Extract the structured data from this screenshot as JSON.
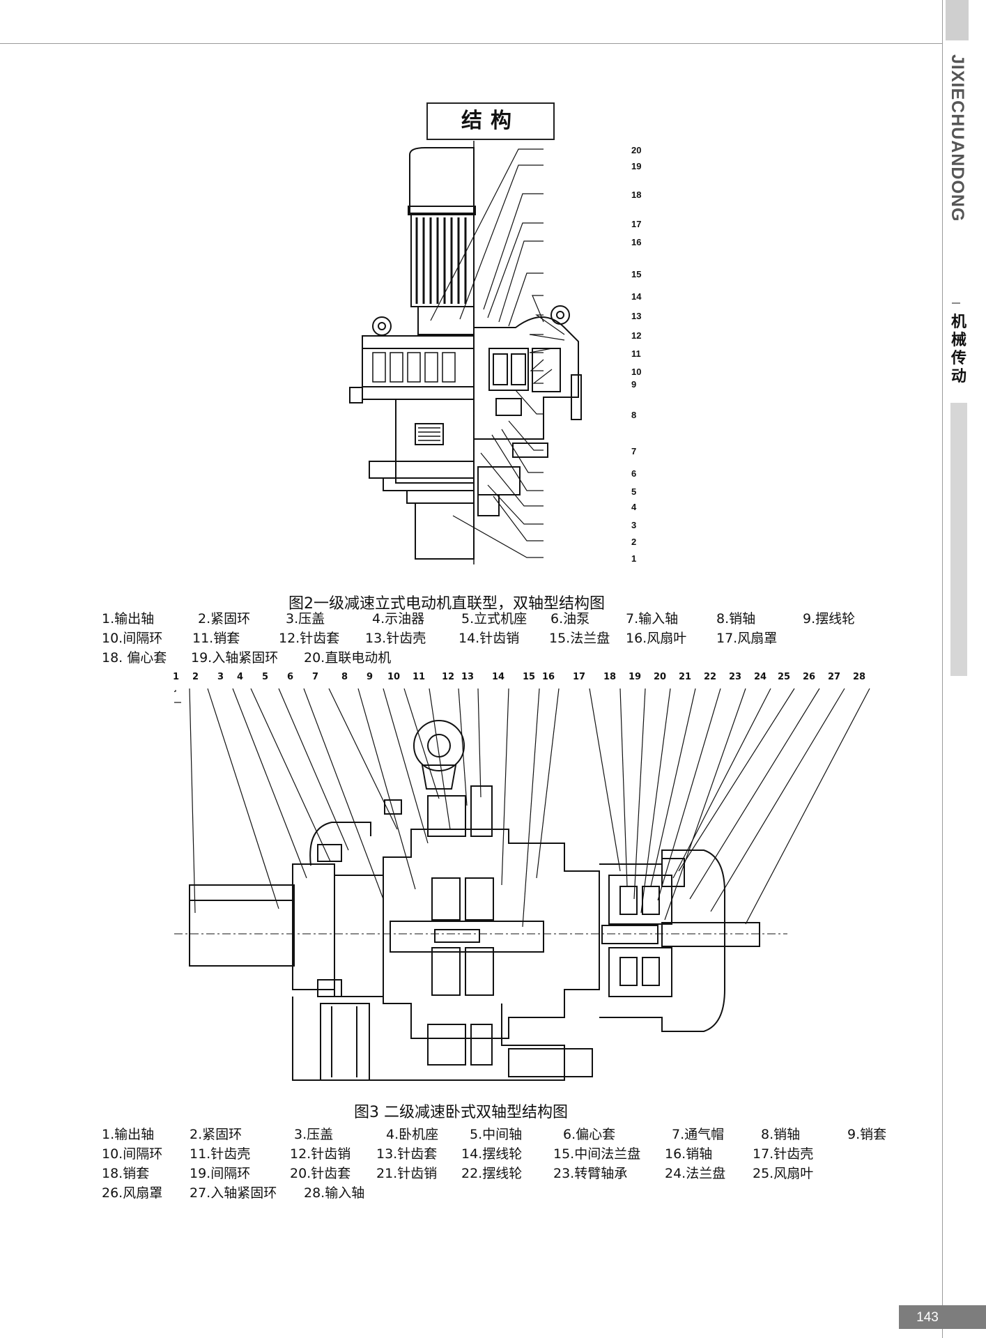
{
  "side": {
    "brand": "JIXIECHUANDONG",
    "category": "机械传动"
  },
  "section_title": "结构",
  "fig2": {
    "caption": "图2一级减速立式电动机直联型，双轴型结构图",
    "callouts": [
      "20",
      "19",
      "18",
      "17",
      "16",
      "15",
      "14",
      "13",
      "12",
      "11",
      "10",
      "9",
      "8",
      "7",
      "6",
      "5",
      "4",
      "3",
      "2",
      "1"
    ],
    "legend": [
      [
        "1.输出轴",
        "2.紧固环",
        "3.压盖",
        "4.示油器",
        "5.立式机座",
        "6.油泵",
        "7.输入轴",
        "8.销轴",
        "9.摆线轮"
      ],
      [
        "10.间隔环",
        "11.销套",
        "12.针齿套",
        "13.针齿壳",
        "14.针齿销",
        "15.法兰盘",
        "16.风扇叶",
        "17.风扇罩"
      ],
      [
        "18.  偏心套",
        "19.入轴紧固环",
        "20.直联电动机"
      ]
    ]
  },
  "fig3": {
    "caption": "图3    二级减速卧式双轴型结构图",
    "callouts": [
      "1",
      "2",
      "3",
      "4",
      "5",
      "6",
      "7",
      "8",
      "9",
      "10",
      "11",
      "12",
      "13",
      "14",
      "15",
      "16",
      "17",
      "18",
      "19",
      "20",
      "21",
      "22",
      "23",
      "24",
      "25",
      "26",
      "27",
      "28"
    ],
    "legend": [
      [
        "1.输出轴",
        "2.紧固环",
        "3.压盖",
        "4.卧机座",
        "5.中间轴",
        "6.偏心套",
        "7.通气帽",
        "8.销轴",
        "9.销套"
      ],
      [
        "10.间隔环",
        "11.针齿壳",
        "12.针齿销",
        "13.针齿套",
        "14.摆线轮",
        "15.中间法兰盘",
        "16.销轴",
        "17.针齿壳"
      ],
      [
        "18.销套",
        "19.间隔环",
        "20.针齿套",
        "21.针齿销",
        "22.摆线轮",
        "23.转臂轴承",
        "24.法兰盘",
        "25.风扇叶"
      ],
      [
        "26.风扇罩",
        "27.入轴紧固环",
        "28.输入轴"
      ]
    ]
  },
  "page_number": "143"
}
